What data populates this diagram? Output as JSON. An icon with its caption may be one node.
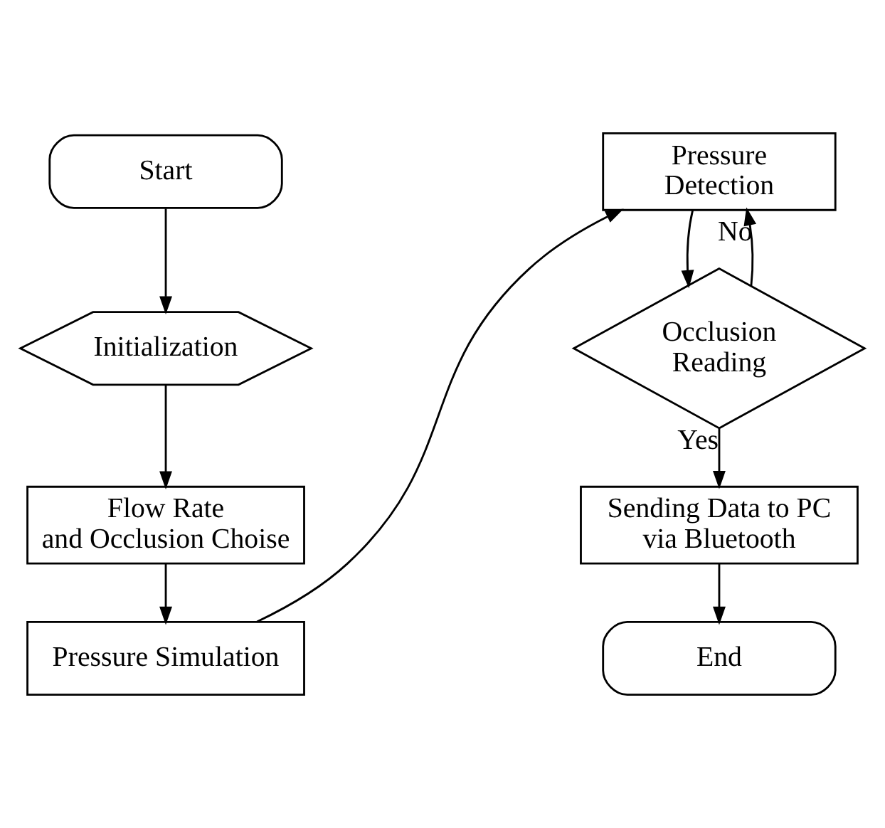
{
  "diagram": {
    "nodes": [
      {
        "text": [
          "Start"
        ]
      },
      {
        "text": [
          "Initialization"
        ]
      },
      {
        "text": [
          "Flow Rate and Occlusion Choise"
        ]
      },
      {
        "text": [
          "Pressure Simulation"
        ]
      },
      {
        "text": [
          "Pressure Detection"
        ]
      },
      {
        "text": [
          "Occlusion Reading"
        ]
      },
      {
        "text": [
          "Sending Data to PC via Bluetooth"
        ]
      },
      {
        "text": [
          "End"
        ]
      }
    ],
    "edges": [
      {
        "from": 0,
        "to": 1,
        "arrow": "to"
      },
      {
        "from": 1,
        "to": 2,
        "arrow": "to"
      },
      {
        "from": 2,
        "to": 3,
        "arrow": "to"
      },
      {
        "from": 3,
        "to": 4,
        "arrow": "to"
      },
      {
        "from": 4,
        "to": 5,
        "arrow": "to"
      },
      {
        "from": 5,
        "to": 4,
        "arrow": "to",
        "label": "No"
      },
      {
        "from": 5,
        "to": 6,
        "arrow": "to",
        "label": "Yes"
      },
      {
        "from": 6,
        "to": 7,
        "arrow": "to"
      }
    ]
  }
}
